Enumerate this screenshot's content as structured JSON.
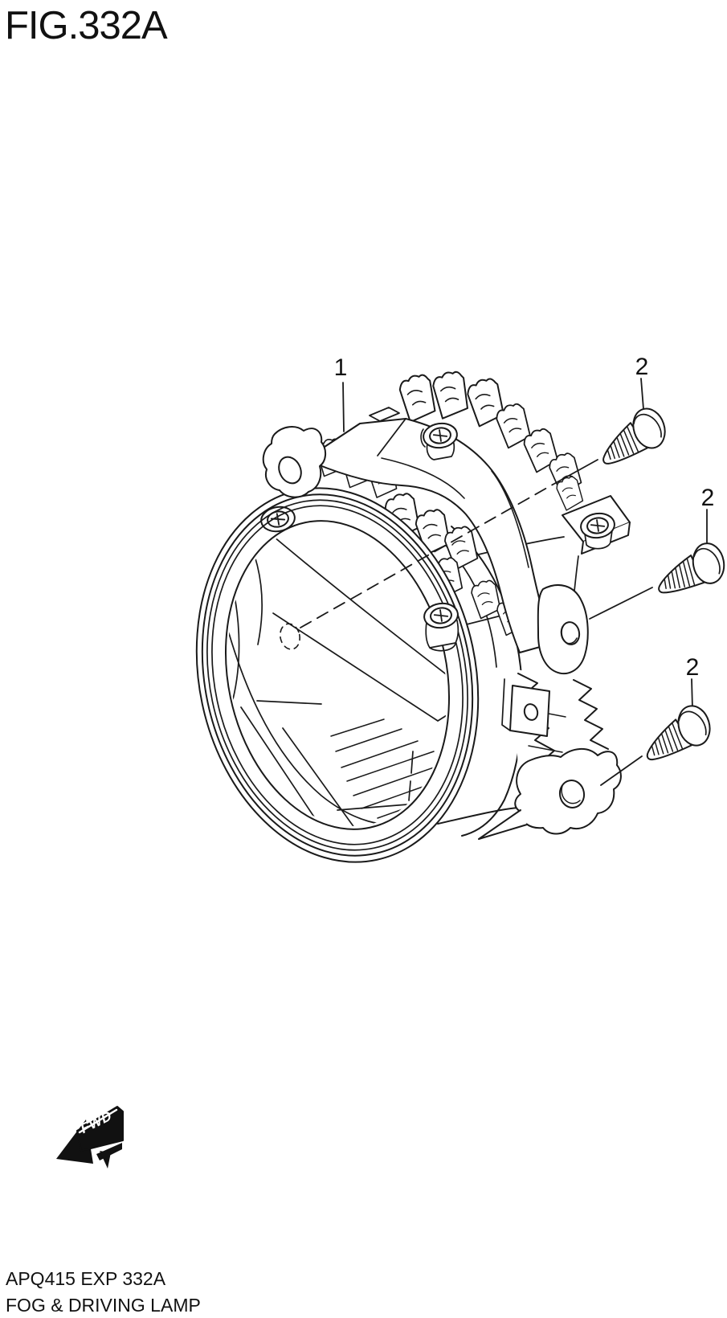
{
  "title": "FIG.332A",
  "callouts": [
    {
      "id": "part-1-bracket",
      "label": "1"
    },
    {
      "id": "part-2-screw-top",
      "label": "2"
    },
    {
      "id": "part-2-screw-middle",
      "label": "2"
    },
    {
      "id": "part-2-screw-bottom",
      "label": "2"
    }
  ],
  "direction_indicator": {
    "label": "FWD"
  },
  "footer": {
    "code": "APQ415 EXP 332A",
    "name": "FOG & DRIVING LAMP"
  },
  "colors": {
    "line": "#1a1a1a",
    "background": "#ffffff"
  }
}
